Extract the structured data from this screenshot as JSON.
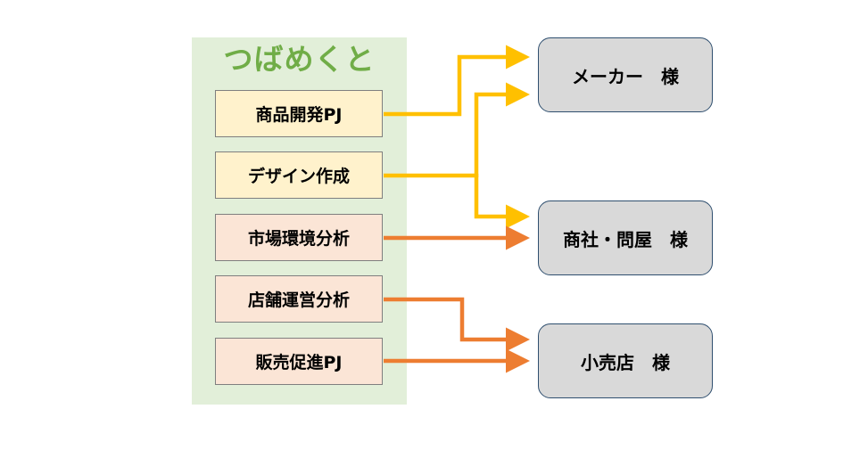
{
  "brand": "つばめくと",
  "services": [
    {
      "label": "商品開発PJ",
      "tone": "yellow"
    },
    {
      "label": "デザイン作成",
      "tone": "yellow"
    },
    {
      "label": "市場環境分析",
      "tone": "orange"
    },
    {
      "label": "店舗運営分析",
      "tone": "orange"
    },
    {
      "label": "販売促進PJ",
      "tone": "orange"
    }
  ],
  "customers": [
    {
      "label": "メーカー　様"
    },
    {
      "label": "商社・問屋　様"
    },
    {
      "label": "小売店　様"
    }
  ],
  "colors": {
    "brand_text": "#70ad47",
    "panel_bg": "#e2efd9",
    "service_yellow_bg": "#fff2cc",
    "service_orange_bg": "#fbe5d6",
    "arrow_yellow": "#ffc000",
    "arrow_orange": "#ed7d31",
    "customer_bg": "#d9d9d9"
  }
}
